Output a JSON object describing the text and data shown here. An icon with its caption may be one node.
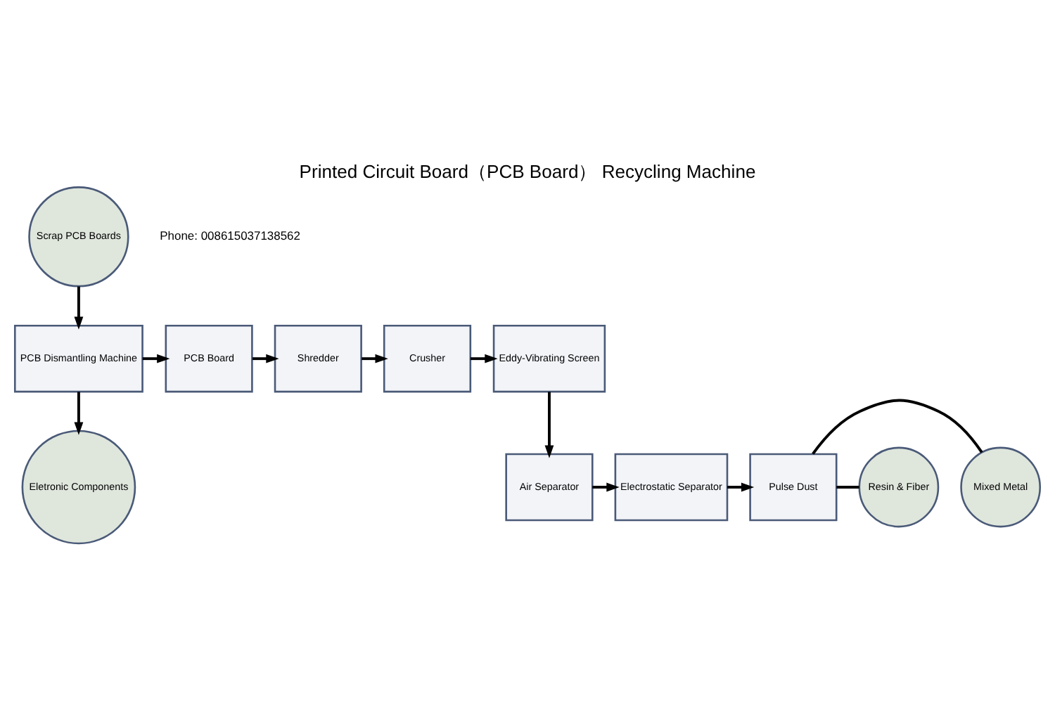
{
  "diagram": {
    "title": "Printed Circuit Board（PCB Board） Recycling Machine",
    "nodes": [
      {
        "text": [
          "Scrap PCB Boards"
        ]
      },
      {
        "text": [
          "PCB Dismantling Machine"
        ]
      },
      {
        "text": [
          "PCB Board"
        ]
      },
      {
        "text": [
          "Shredder"
        ]
      },
      {
        "text": [
          "Crusher"
        ]
      },
      {
        "text": [
          "Eddy-Vibrating Screen"
        ]
      },
      {
        "text": [
          "Eletronic Components"
        ]
      },
      {
        "text": [
          "Air Separator"
        ]
      },
      {
        "text": [
          "Electrostatic Separator"
        ]
      },
      {
        "text": [
          "Pulse Dust"
        ]
      },
      {
        "text": [
          "Mixed Metal"
        ]
      },
      {
        "text": [
          "Resin & Fiber"
        ]
      }
    ],
    "edges": [
      {
        "from": 0,
        "to": 1,
        "arrow": "to"
      },
      {
        "from": 1,
        "to": 2,
        "arrow": "to"
      },
      {
        "from": 2,
        "to": 3,
        "arrow": "to"
      },
      {
        "from": 3,
        "to": 4,
        "arrow": "to"
      },
      {
        "from": 4,
        "to": 5,
        "arrow": "to"
      },
      {
        "from": 1,
        "to": 6,
        "arrow": "to"
      },
      {
        "from": 5,
        "to": 7,
        "arrow": "to"
      },
      {
        "from": 7,
        "to": 8,
        "arrow": "to"
      },
      {
        "from": 8,
        "to": 9,
        "arrow": "to"
      },
      {
        "from": 9,
        "to": 10,
        "arrow": "none"
      },
      {
        "from": 9,
        "to": 11,
        "arrow": "none"
      }
    ],
    "labels": [
      "Phone: 008615037138562"
    ]
  }
}
